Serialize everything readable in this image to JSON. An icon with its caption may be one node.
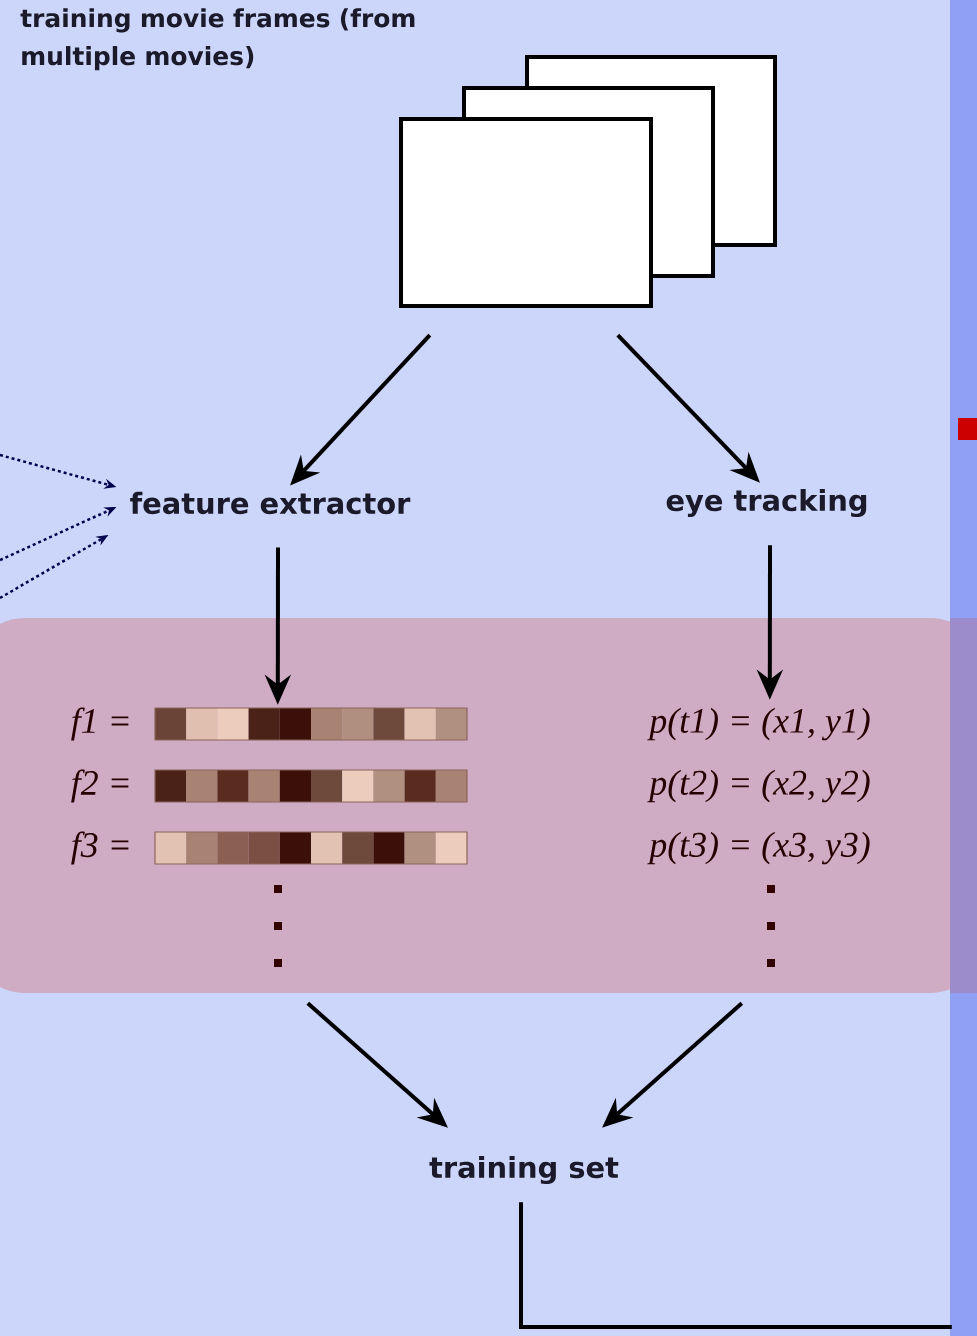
{
  "diagram": {
    "nodes": [
      {
        "text": [
          "training movie frames (from multiple movies)"
        ]
      },
      {
        "text": [
          "feature extractor"
        ]
      },
      {
        "text": [
          "eye tracking"
        ]
      },
      {
        "text": [
          "f1 =",
          "f2 =",
          "f3 =",
          "p(t1) = (x1, y1)",
          "p(t2) = (x2, y2)",
          "p(t3) = (x3, y3)"
        ]
      },
      {
        "text": [
          "training set"
        ]
      },
      {
        "text": [],
        "shape": "bar"
      }
    ],
    "edges": [
      {
        "from": 0,
        "to": 1,
        "arrow": "to"
      },
      {
        "from": 0,
        "to": 2,
        "arrow": "to"
      },
      {
        "from": null,
        "to": 1,
        "arrow": "to",
        "style": "dashed"
      },
      {
        "from": null,
        "to": 1,
        "arrow": "to",
        "style": "dashed"
      },
      {
        "from": null,
        "to": 1,
        "arrow": "to",
        "style": "dashed"
      },
      {
        "from": 1,
        "to": 3,
        "arrow": "to"
      },
      {
        "from": 2,
        "to": 3,
        "arrow": "to"
      },
      {
        "from": 3,
        "to": 4,
        "arrow": "to"
      },
      {
        "from": 3,
        "to": 4,
        "arrow": "to"
      },
      {
        "from": 4,
        "to": 5,
        "arrow": "none"
      }
    ]
  }
}
